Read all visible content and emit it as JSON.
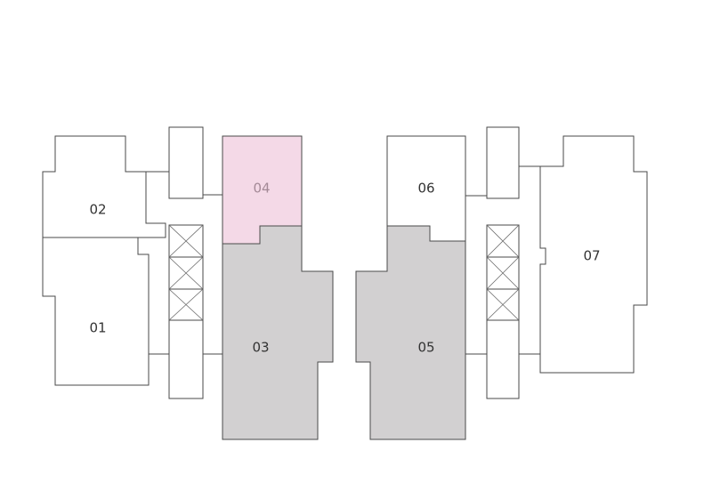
{
  "colors": {
    "unit_default": "#ffffff",
    "unit_grey": "#d2d0d1",
    "unit_pink": "#f4d9e7",
    "label_default": "#333333",
    "label_pink": "#a48a97"
  },
  "units": [
    {
      "id": "01",
      "label": "01",
      "state": "default"
    },
    {
      "id": "02",
      "label": "02",
      "state": "default"
    },
    {
      "id": "03",
      "label": "03",
      "state": "grey"
    },
    {
      "id": "04",
      "label": "04",
      "state": "pink"
    },
    {
      "id": "05",
      "label": "05",
      "state": "grey"
    },
    {
      "id": "06",
      "label": "06",
      "state": "default"
    },
    {
      "id": "07",
      "label": "07",
      "state": "default"
    }
  ]
}
